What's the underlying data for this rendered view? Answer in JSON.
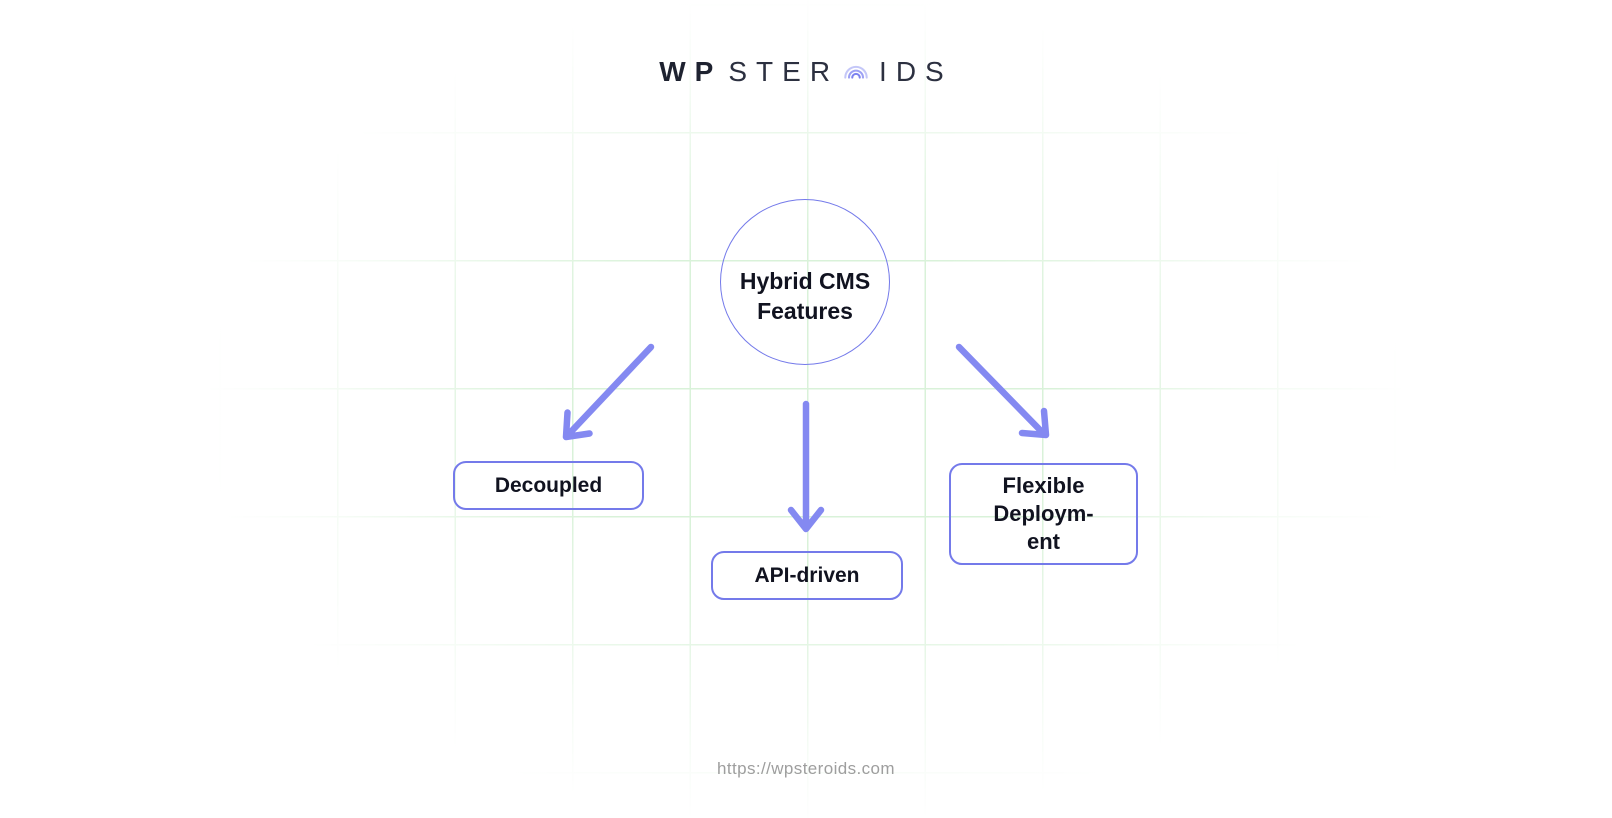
{
  "logo": {
    "bold": "WP",
    "light_left": "STER",
    "light_right": "IDS",
    "o_icon": "concentric-arcs-o"
  },
  "diagram": {
    "center_node": {
      "line1": "Hybrid CMS",
      "line2": "Features"
    },
    "nodes": [
      {
        "id": "decoupled",
        "label": "Decoupled"
      },
      {
        "id": "api-driven",
        "label": "API-driven"
      },
      {
        "id": "flexible-deployment",
        "lines": [
          "Flexible",
          "Deploym-",
          "ent"
        ]
      }
    ]
  },
  "footer": {
    "url": "https://wpsteroids.com"
  },
  "colors": {
    "accent_border": "#747aea",
    "arrow": "#8489f1",
    "grid_line": "#d9f2d9",
    "text": "#111320",
    "footer_text": "#9e9e9e",
    "logo_dark": "#1e2230",
    "logo_light": "#2c3040"
  }
}
